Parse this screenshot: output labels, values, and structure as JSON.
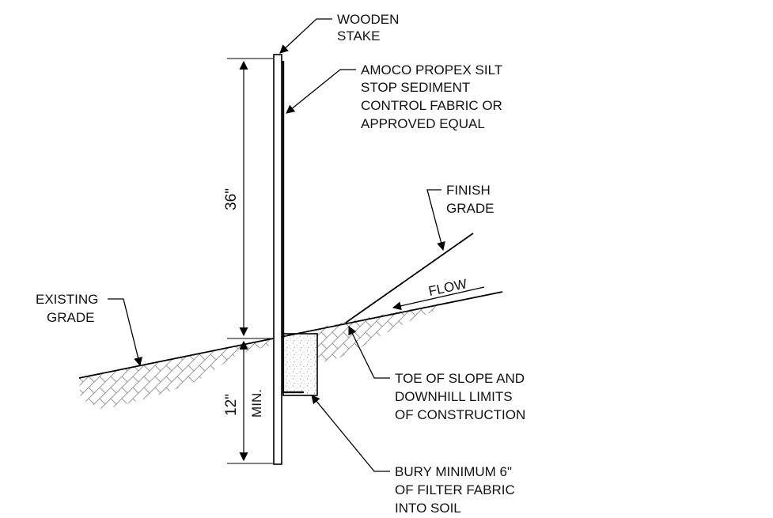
{
  "labels": {
    "wooden_stake": [
      "WOODEN",
      "STAKE"
    ],
    "fabric": [
      "AMOCO PROPEX SILT",
      "STOP SEDIMENT",
      "CONTROL FABRIC OR",
      "APPROVED EQUAL"
    ],
    "finish_grade": [
      "FINISH",
      "GRADE"
    ],
    "flow": "FLOW",
    "existing_grade": [
      "EXISTING",
      "GRADE"
    ],
    "toe_of_slope": [
      "TOE OF SLOPE AND",
      "DOWNHILL LIMITS",
      "OF CONSTRUCTION"
    ],
    "bury": [
      "BURY MINIMUM 6\"",
      "OF FILTER FABRIC",
      "INTO SOIL"
    ]
  },
  "dimensions": {
    "above_grade": "36\"",
    "below_grade": "12\"",
    "below_grade_note": "MIN."
  },
  "colors": {
    "line": "#000000",
    "hatch": "#9a9a9a",
    "concrete_stipple": "#888888"
  }
}
